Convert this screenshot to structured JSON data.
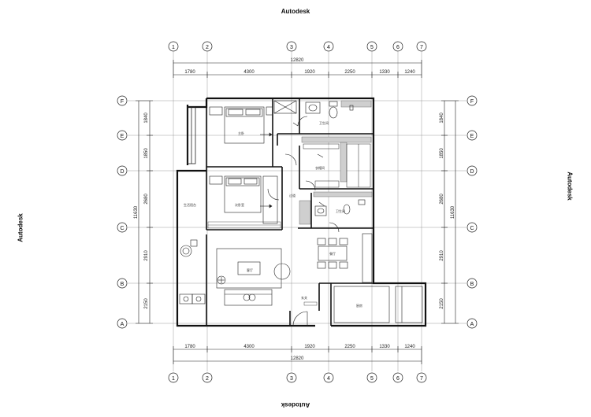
{
  "watermark": "Autodesk",
  "axes_numbers": [
    "1",
    "2",
    "3",
    "4",
    "5",
    "6",
    "7"
  ],
  "axes_letters": [
    "F",
    "E",
    "D",
    "C",
    "B",
    "A"
  ],
  "horizontal_dims": [
    "1780",
    "4300",
    "1920",
    "2250",
    "1330",
    "1240"
  ],
  "horizontal_total": "12820",
  "vertical_dims": [
    "1840",
    "1850",
    "2680",
    "2910",
    "2150"
  ],
  "vertical_total": "11630",
  "rooms": {
    "master_bedroom": "主卧",
    "second_bedroom": "次卧室",
    "bathroom_top": "卫生间",
    "bathroom_mid": "卫生间",
    "cloakroom": "衣帽间",
    "corridor": "过道",
    "balcony_left": "生活阳台",
    "living_room": "客厅",
    "dining_room": "餐厅",
    "kitchen": "厨房",
    "entrance": "玄关"
  }
}
